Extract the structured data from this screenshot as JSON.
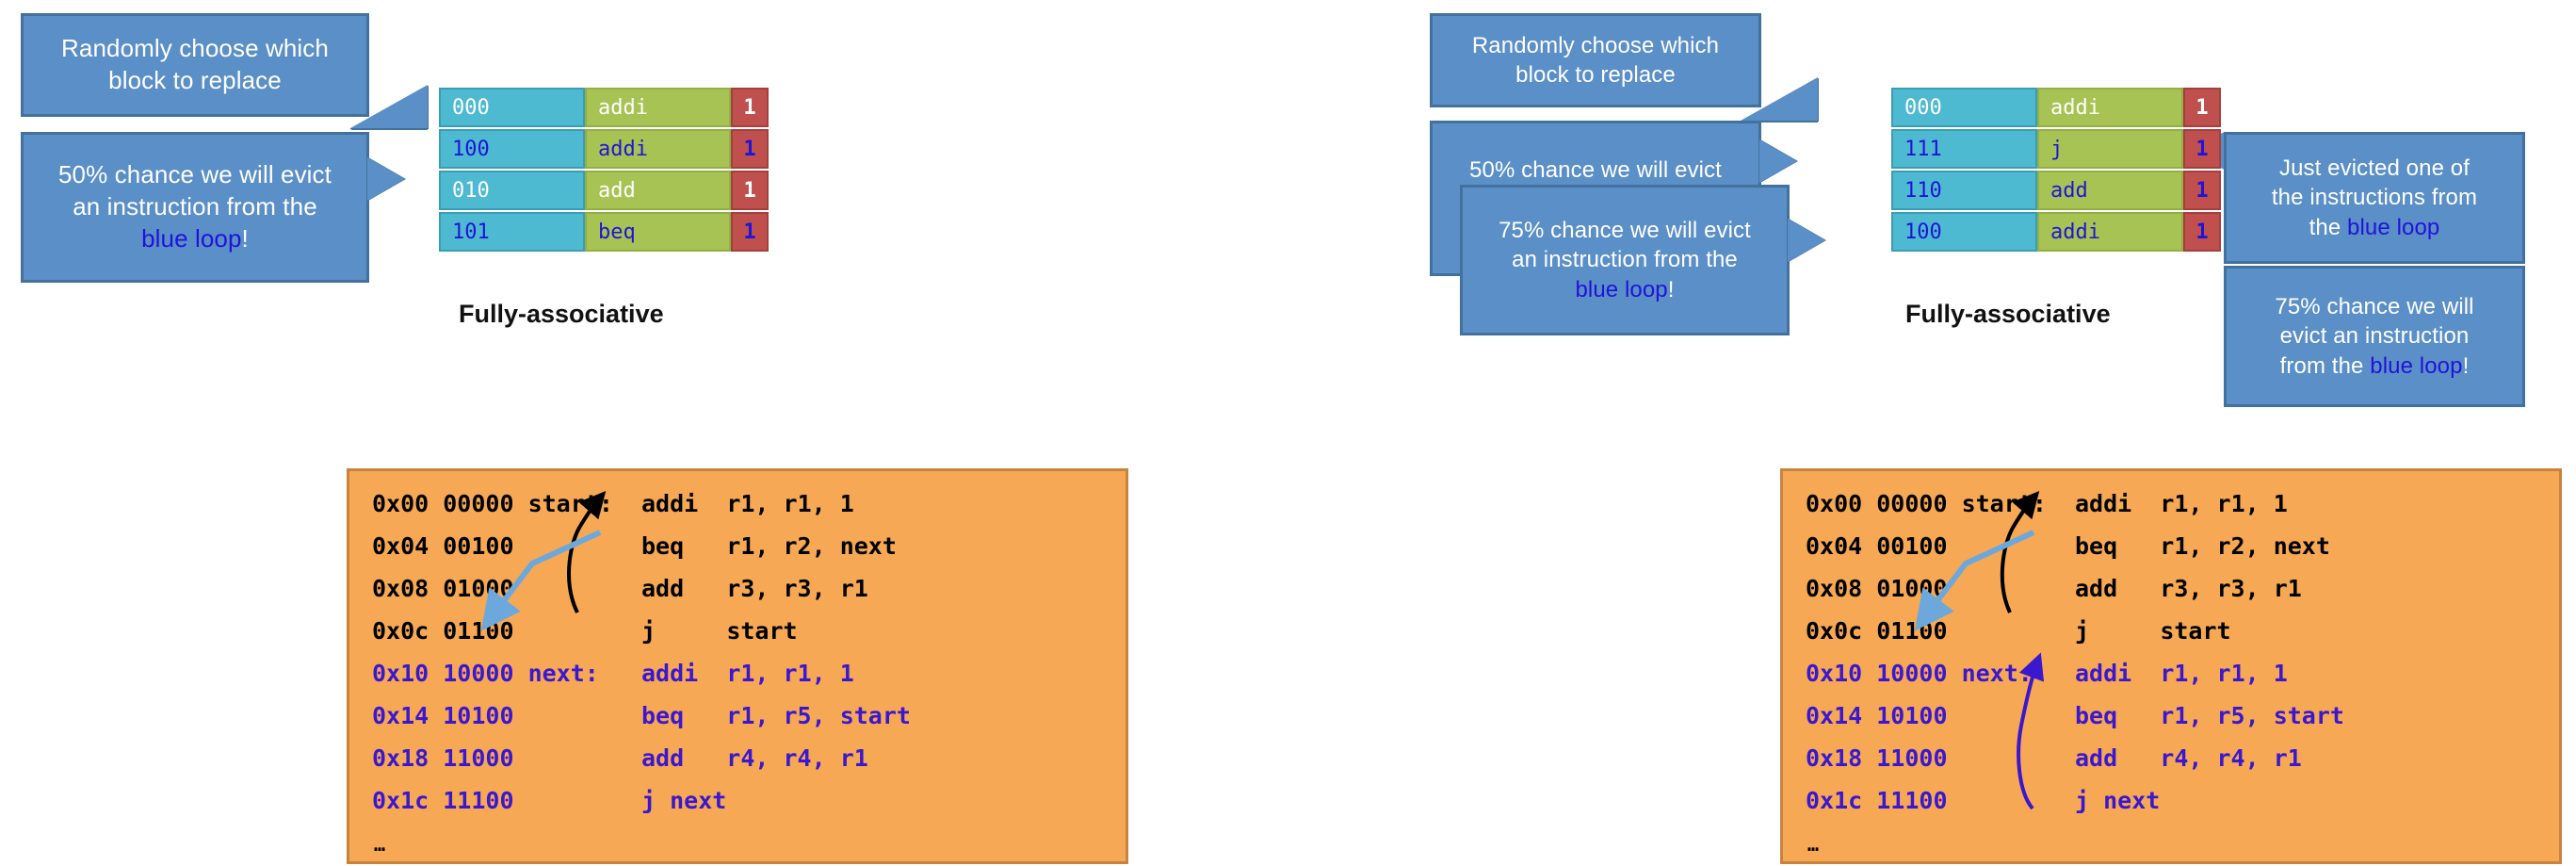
{
  "panels": [
    {
      "id": "left",
      "assoc_label": "Fully-associative",
      "callouts": [
        {
          "name": "randomly-choose",
          "lines": [
            "Randomly choose which",
            "block to replace"
          ]
        },
        {
          "name": "fifty-percent",
          "lines": [
            "50% chance we will evict",
            "an instruction from the",
            "blue loop!"
          ]
        }
      ],
      "cache": {
        "rows": [
          {
            "tag": "000",
            "instr": "addi",
            "valid": "1",
            "color": "white"
          },
          {
            "tag": "100",
            "instr": "addi",
            "valid": "1",
            "color": "blue"
          },
          {
            "tag": "010",
            "instr": "add",
            "valid": "1",
            "color": "white"
          },
          {
            "tag": "101",
            "instr": "beq",
            "valid": "1",
            "color": "blue"
          }
        ]
      },
      "code": {
        "ellipsis": "…",
        "lines": [
          {
            "addr": "0x00 00000",
            "label": "start:",
            "op": "addi",
            "args": "r1, r1, 1",
            "color": "black"
          },
          {
            "addr": "0x04 00100",
            "label": "",
            "op": "beq",
            "args": "r1, r2, next",
            "color": "black"
          },
          {
            "addr": "0x08 01000",
            "label": "",
            "op": "add",
            "args": "r3, r3, r1",
            "color": "black"
          },
          {
            "addr": "0x0c 01100",
            "label": "",
            "op": "j",
            "args": "start",
            "color": "black"
          },
          {
            "addr": "0x10 10000",
            "label": "next:",
            "op": "addi",
            "args": "r1, r1, 1",
            "color": "purple"
          },
          {
            "addr": "0x14 10100",
            "label": "",
            "op": "beq",
            "args": "r1, r5, start",
            "color": "purple"
          },
          {
            "addr": "0x18 11000",
            "label": "",
            "op": "add",
            "args": "r4, r4, r1",
            "color": "purple"
          },
          {
            "addr": "0x1c 11100",
            "label": "",
            "op": "j next",
            "args": "",
            "color": "purple"
          }
        ]
      }
    },
    {
      "id": "right",
      "assoc_label": "Fully-associative",
      "callouts": [
        {
          "name": "randomly-choose",
          "lines": [
            "Randomly choose which",
            "block to replace"
          ]
        },
        {
          "name": "fifty-percent",
          "lines": [
            "50% chance we will evict"
          ]
        },
        {
          "name": "seventyfive-percent",
          "lines": [
            "75% chance we will evict",
            "an instruction from the",
            "blue loop!"
          ]
        },
        {
          "name": "just-evicted",
          "lines": [
            "Just evicted one of",
            "the instructions from",
            "the blue loop"
          ]
        },
        {
          "name": "seventyfive-percent-2",
          "lines": [
            "75% chance we will",
            "evict an instruction",
            "from the blue loop!"
          ]
        }
      ],
      "cache": {
        "rows": [
          {
            "tag": "000",
            "instr": "addi",
            "valid": "1",
            "color": "white"
          },
          {
            "tag": "111",
            "instr": "j",
            "valid": "1",
            "color": "blue"
          },
          {
            "tag": "110",
            "instr": "add",
            "valid": "1",
            "color": "blue"
          },
          {
            "tag": "100",
            "instr": "addi",
            "valid": "1",
            "color": "blue"
          }
        ]
      },
      "code": {
        "ellipsis": "…",
        "lines": [
          {
            "addr": "0x00 00000",
            "label": "start:",
            "op": "addi",
            "args": "r1, r1, 1",
            "color": "black"
          },
          {
            "addr": "0x04 00100",
            "label": "",
            "op": "beq",
            "args": "r1, r2, next",
            "color": "black"
          },
          {
            "addr": "0x08 01000",
            "label": "",
            "op": "add",
            "args": "r3, r3, r1",
            "color": "black"
          },
          {
            "addr": "0x0c 01100",
            "label": "",
            "op": "j",
            "args": "start",
            "color": "black"
          },
          {
            "addr": "0x10 10000",
            "label": "next:",
            "op": "addi",
            "args": "r1, r1, 1",
            "color": "purple"
          },
          {
            "addr": "0x14 10100",
            "label": "",
            "op": "beq",
            "args": "r1, r5, start",
            "color": "purple"
          },
          {
            "addr": "0x18 11000",
            "label": "",
            "op": "add",
            "args": "r4, r4, r1",
            "color": "purple"
          },
          {
            "addr": "0x1c 11100",
            "label": "",
            "op": "j next",
            "args": "",
            "color": "purple"
          }
        ]
      }
    }
  ],
  "colors": {
    "callout_fill": "#5B8FC7",
    "callout_border": "#41719C",
    "blue_loop_text": "#1F14D8",
    "tag_cell": "#4EBAD1",
    "instr_cell": "#A7C353",
    "valid_cell": "#C0504D",
    "code_bg": "#F7A855",
    "code_border": "#C8833F",
    "purple_code": "#3B18CE",
    "arrow_black": "#000000",
    "arrow_lightblue": "#6DA8DC",
    "arrow_purple": "#3B18CE"
  }
}
